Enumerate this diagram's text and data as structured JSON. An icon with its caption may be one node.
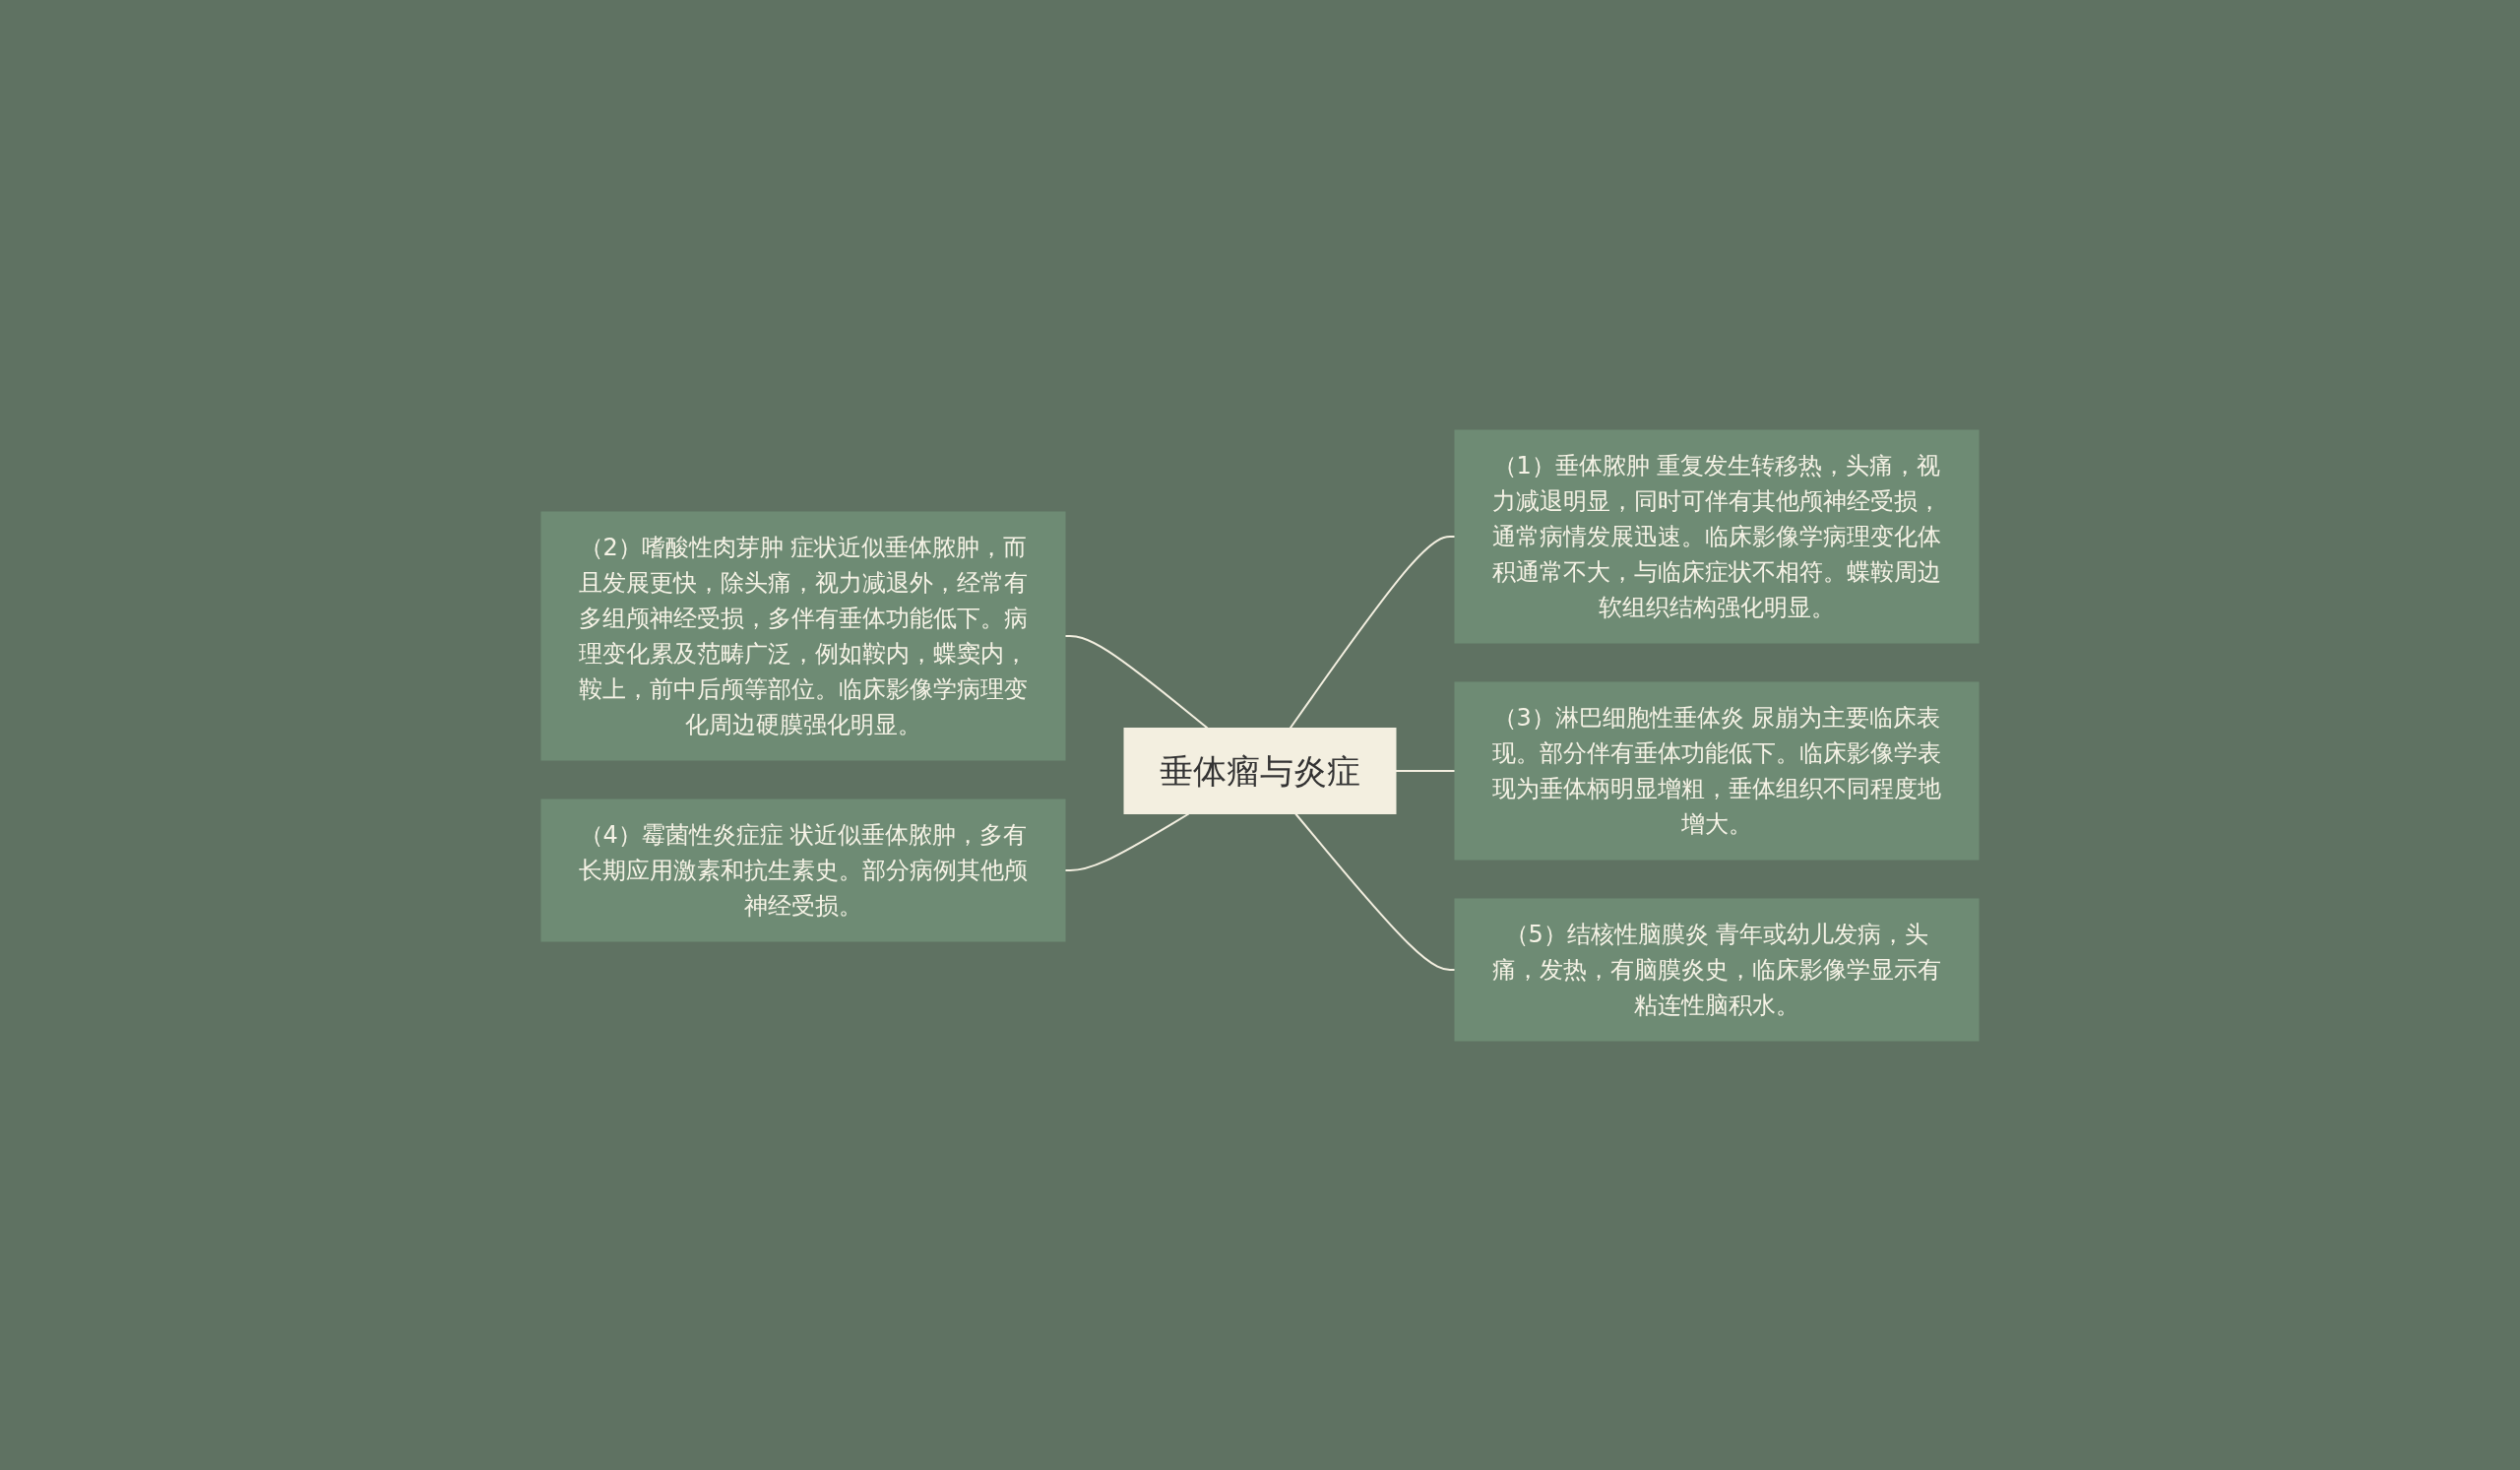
{
  "diagram": {
    "nodes": [
      {
        "text": [
          "垂体瘤与炎症"
        ]
      },
      {
        "text": [
          "（2）嗜酸性肉芽肿 症状近似垂体脓肿，而且发展更快，除头痛，视力减退外，经常有多组颅神经受损，多伴有垂体功能低下。病理变化累及范畴广泛，例如鞍内，蝶窦内，鞍上，前中后颅等部位。临床影像学病理变化周边硬膜强化明显。"
        ]
      },
      {
        "text": [
          "（4）霉菌性炎症症 状近似垂体脓肿，多有长期应用激素和抗生素史。部分病例其他颅神经受损。"
        ]
      },
      {
        "text": [
          "（1）垂体脓肿 重复发生转移热，头痛，视力减退明显，同时可伴有其他颅神经受损，通常病情发展迅速。临床影像学病理变化体积通常不大，与临床症状不相符。蝶鞍周边软组织结构强化明显。"
        ]
      },
      {
        "text": [
          "（3）淋巴细胞性垂体炎 尿崩为主要临床表现。部分伴有垂体功能低下。临床影像学表现为垂体柄明显增粗，垂体组织不同程度地增大。"
        ]
      },
      {
        "text": [
          "（5）结核性脑膜炎 青年或幼儿发病，头痛，发热，有脑膜炎史，临床影像学显示有粘连性脑积水。"
        ]
      }
    ],
    "edges": [
      {
        "from": 1,
        "to": 0,
        "arrow": "none"
      },
      {
        "from": 2,
        "to": 0,
        "arrow": "none"
      },
      {
        "from": 0,
        "to": 3,
        "arrow": "none"
      },
      {
        "from": 0,
        "to": 4,
        "arrow": "none"
      },
      {
        "from": 0,
        "to": 5,
        "arrow": "none"
      }
    ]
  }
}
